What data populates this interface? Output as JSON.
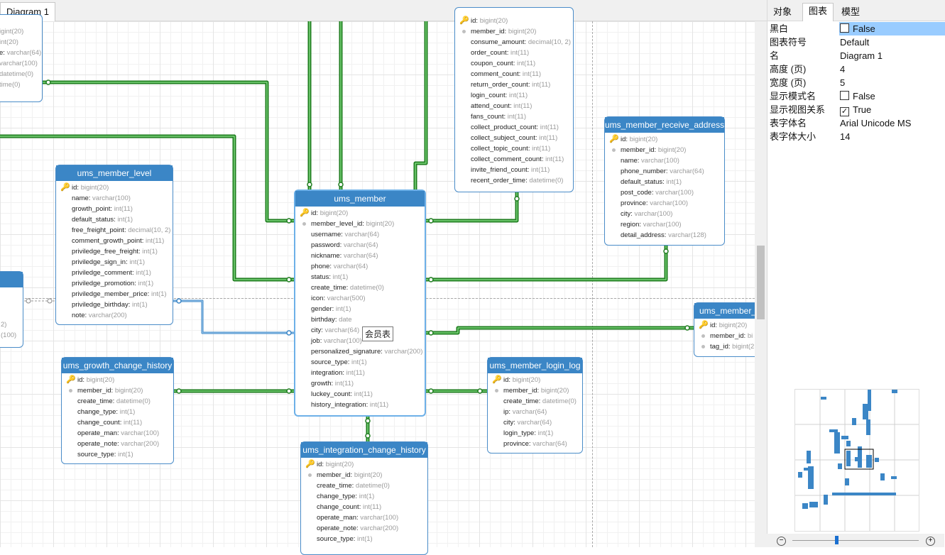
{
  "tab_label": "Diagram 1",
  "panel": {
    "tabs": [
      "对象",
      "图表",
      "模型"
    ],
    "active_tab": 1,
    "properties": [
      {
        "key": "黑白",
        "value": "False",
        "checkbox": false,
        "highlight": true
      },
      {
        "key": "图表符号",
        "value": "Default"
      },
      {
        "key": "名",
        "value": "Diagram 1"
      },
      {
        "key": "高度 (页)",
        "value": "4"
      },
      {
        "key": "宽度 (页)",
        "value": "5"
      },
      {
        "key": "显示模式名",
        "value": "False",
        "checkbox": false
      },
      {
        "key": "显示视图关系",
        "value": "True",
        "checkbox": true
      },
      {
        "key": "表字体名",
        "value": "Arial Unicode MS"
      },
      {
        "key": "表字体大小",
        "value": "14"
      }
    ]
  },
  "note_label": "会员表",
  "tables": {
    "partial_left_top": {
      "title": "",
      "rows": [
        {
          "name": "",
          "type": "igint(20)"
        },
        {
          "name": "",
          "type": "int(20)"
        },
        {
          "name": "e",
          "type": "varchar(64)"
        },
        {
          "name": "",
          "type": "varchar(100)"
        },
        {
          "name": "",
          "type": "datetime(0)"
        },
        {
          "name": "",
          "type": "time(0)"
        }
      ]
    },
    "partial_left_mid": {
      "title": "",
      "rows": [
        {
          "name": "",
          "type": "2)"
        },
        {
          "name": "",
          "type": "(100)"
        }
      ]
    },
    "ums_member_level": {
      "title": "ums_member_level",
      "rows": [
        {
          "name": "id",
          "type": "bigint(20)",
          "key": true
        },
        {
          "name": "name",
          "type": "varchar(100)"
        },
        {
          "name": "growth_point",
          "type": "int(11)"
        },
        {
          "name": "default_status",
          "type": "int(1)"
        },
        {
          "name": "free_freight_point",
          "type": "decimal(10, 2)"
        },
        {
          "name": "comment_growth_point",
          "type": "int(11)"
        },
        {
          "name": "priviledge_free_freight",
          "type": "int(1)"
        },
        {
          "name": "priviledge_sign_in",
          "type": "int(1)"
        },
        {
          "name": "priviledge_comment",
          "type": "int(1)"
        },
        {
          "name": "priviledge_promotion",
          "type": "int(1)"
        },
        {
          "name": "priviledge_member_price",
          "type": "int(1)"
        },
        {
          "name": "priviledge_birthday",
          "type": "int(1)"
        },
        {
          "name": "note",
          "type": "varchar(200)"
        }
      ]
    },
    "ums_member": {
      "title": "ums_member",
      "rows": [
        {
          "name": "id",
          "type": "bigint(20)",
          "key": true
        },
        {
          "name": "member_level_id",
          "type": "bigint(20)",
          "fk": true
        },
        {
          "name": "username",
          "type": "varchar(64)"
        },
        {
          "name": "password",
          "type": "varchar(64)"
        },
        {
          "name": "nickname",
          "type": "varchar(64)"
        },
        {
          "name": "phone",
          "type": "varchar(64)"
        },
        {
          "name": "status",
          "type": "int(1)"
        },
        {
          "name": "create_time",
          "type": "datetime(0)"
        },
        {
          "name": "icon",
          "type": "varchar(500)"
        },
        {
          "name": "gender",
          "type": "int(1)"
        },
        {
          "name": "birthday",
          "type": "date"
        },
        {
          "name": "city",
          "type": "varchar(64)"
        },
        {
          "name": "job",
          "type": "varchar(100)"
        },
        {
          "name": "personalized_signature",
          "type": "varchar(200)"
        },
        {
          "name": "source_type",
          "type": "int(1)"
        },
        {
          "name": "integration",
          "type": "int(11)"
        },
        {
          "name": "growth",
          "type": "int(11)"
        },
        {
          "name": "luckey_count",
          "type": "int(11)"
        },
        {
          "name": "history_integration",
          "type": "int(11)"
        }
      ]
    },
    "statistics": {
      "title": "",
      "rows": [
        {
          "name": "id",
          "type": "bigint(20)",
          "key": true
        },
        {
          "name": "member_id",
          "type": "bigint(20)",
          "fk": true
        },
        {
          "name": "consume_amount",
          "type": "decimal(10, 2)"
        },
        {
          "name": "order_count",
          "type": "int(11)"
        },
        {
          "name": "coupon_count",
          "type": "int(11)"
        },
        {
          "name": "comment_count",
          "type": "int(11)"
        },
        {
          "name": "return_order_count",
          "type": "int(11)"
        },
        {
          "name": "login_count",
          "type": "int(11)"
        },
        {
          "name": "attend_count",
          "type": "int(11)"
        },
        {
          "name": "fans_count",
          "type": "int(11)"
        },
        {
          "name": "collect_product_count",
          "type": "int(11)"
        },
        {
          "name": "collect_subject_count",
          "type": "int(11)"
        },
        {
          "name": "collect_topic_count",
          "type": "int(11)"
        },
        {
          "name": "collect_comment_count",
          "type": "int(11)"
        },
        {
          "name": "invite_friend_count",
          "type": "int(11)"
        },
        {
          "name": "recent_order_time",
          "type": "datetime(0)"
        }
      ]
    },
    "ums_member_receive_address": {
      "title": "ums_member_receive_address",
      "rows": [
        {
          "name": "id",
          "type": "bigint(20)",
          "key": true
        },
        {
          "name": "member_id",
          "type": "bigint(20)",
          "fk": true
        },
        {
          "name": "name",
          "type": "varchar(100)"
        },
        {
          "name": "phone_number",
          "type": "varchar(64)"
        },
        {
          "name": "default_status",
          "type": "int(1)"
        },
        {
          "name": "post_code",
          "type": "varchar(100)"
        },
        {
          "name": "province",
          "type": "varchar(100)"
        },
        {
          "name": "city",
          "type": "varchar(100)"
        },
        {
          "name": "region",
          "type": "varchar(100)"
        },
        {
          "name": "detail_address",
          "type": "varchar(128)"
        }
      ]
    },
    "ums_member_tag": {
      "title": "ums_member_r",
      "rows": [
        {
          "name": "id",
          "type": "bigint(20)",
          "key": true
        },
        {
          "name": "member_id",
          "type": "bi",
          "fk": true
        },
        {
          "name": "tag_id",
          "type": "bigint(2",
          "fk": true
        }
      ]
    },
    "ums_growth_change_history": {
      "title": "ums_growth_change_history",
      "rows": [
        {
          "name": "id",
          "type": "bigint(20)",
          "key": true
        },
        {
          "name": "member_id",
          "type": "bigint(20)",
          "fk": true
        },
        {
          "name": "create_time",
          "type": "datetime(0)"
        },
        {
          "name": "change_type",
          "type": "int(1)"
        },
        {
          "name": "change_count",
          "type": "int(11)"
        },
        {
          "name": "operate_man",
          "type": "varchar(100)"
        },
        {
          "name": "operate_note",
          "type": "varchar(200)"
        },
        {
          "name": "source_type",
          "type": "int(1)"
        }
      ]
    },
    "ums_member_login_log": {
      "title": "ums_member_login_log",
      "rows": [
        {
          "name": "id",
          "type": "bigint(20)",
          "key": true
        },
        {
          "name": "member_id",
          "type": "bigint(20)",
          "fk": true
        },
        {
          "name": "create_time",
          "type": "datetime(0)"
        },
        {
          "name": "ip",
          "type": "varchar(64)"
        },
        {
          "name": "city",
          "type": "varchar(64)"
        },
        {
          "name": "login_type",
          "type": "int(1)"
        },
        {
          "name": "province",
          "type": "varchar(64)"
        }
      ]
    },
    "ums_integration_change_history": {
      "title": "ums_integration_change_history",
      "rows": [
        {
          "name": "id",
          "type": "bigint(20)",
          "key": true
        },
        {
          "name": "member_id",
          "type": "bigint(20)",
          "fk": true
        },
        {
          "name": "create_time",
          "type": "datetime(0)"
        },
        {
          "name": "change_type",
          "type": "int(1)"
        },
        {
          "name": "change_count",
          "type": "int(11)"
        },
        {
          "name": "operate_man",
          "type": "varchar(100)"
        },
        {
          "name": "operate_note",
          "type": "varchar(200)"
        },
        {
          "name": "source_type",
          "type": "int(1)"
        }
      ]
    }
  },
  "colors": {
    "header": "#3b86c6",
    "relation_green": "#2e9a2e",
    "relation_blue": "#3b86c6",
    "highlight": "#99ccff"
  }
}
